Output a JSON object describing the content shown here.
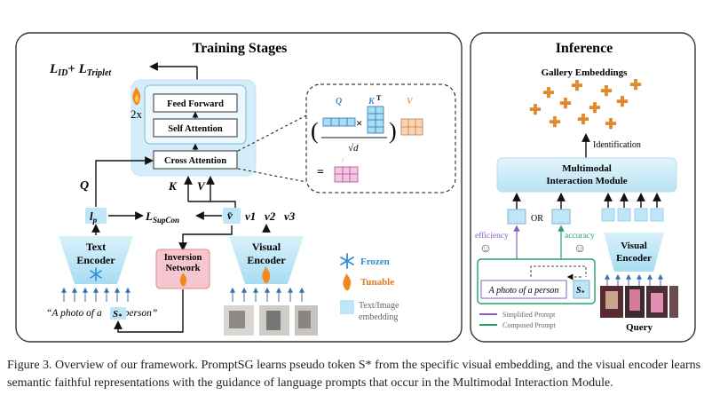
{
  "training": {
    "title": "Training Stages",
    "loss_top": "L_ID + L_Triplet",
    "loss_top_parts": [
      "L",
      "ID",
      "+ L",
      "Triplet"
    ],
    "repeat": "2x",
    "feed_forward": "Feed Forward",
    "self_attention": "Self Attention",
    "cross_attention": "Cross Attention",
    "q_label": "Q",
    "k_label": "K",
    "v_label": "V",
    "lp_label": "l_p",
    "supcon_label": "L_SupCon",
    "tokens": [
      "v̄",
      "v1",
      "v2",
      "v3"
    ],
    "text_encoder": [
      "Text",
      "Encoder"
    ],
    "inversion_network": [
      "Inversion",
      "Network"
    ],
    "visual_encoder": [
      "Visual",
      "Encoder"
    ],
    "prompt_text": "\"A photo of a  S*  person\"",
    "attention_q": "Q",
    "attention_kt": "K",
    "attention_v": "V",
    "attention_sqrt": "√d",
    "attention_eq": "="
  },
  "legend": {
    "frozen": "Frozen",
    "tunable": "Tunable",
    "embedding": [
      "Text/Image",
      "embedding"
    ]
  },
  "inference": {
    "title": "Inference",
    "gallery": "Gallery Embeddings",
    "identification": "Identification",
    "module": [
      "Multimodal",
      "Interaction Module"
    ],
    "or": "OR",
    "efficiency": "efficiency",
    "accuracy": "accuracy",
    "prompt": "A photo of a person",
    "s_token": "S*",
    "visual_encoder": [
      "Visual",
      "Encoder"
    ],
    "query": "Query",
    "simplified": "Simplified Prompt",
    "composed": "Composed Prompt"
  },
  "caption": {
    "line1": "Figure 3. Overview of our framework. PromptSG learns pseudo token S* from the specific visual embedding, and the visual encoder learns",
    "line2": "semantic faithful representations with the guidance of language prompts that occur in the Multimodal Interaction Module."
  },
  "colors": {
    "embed_blue": "#a9dff2",
    "frozen_blue": "#bfe6f6",
    "inversion_pink": "#f6c6d0",
    "flame": "#f08a1c",
    "gallery_orange": "#e0892e",
    "simplified_purple": "#8a5cc4",
    "composed_green": "#21a36b"
  }
}
